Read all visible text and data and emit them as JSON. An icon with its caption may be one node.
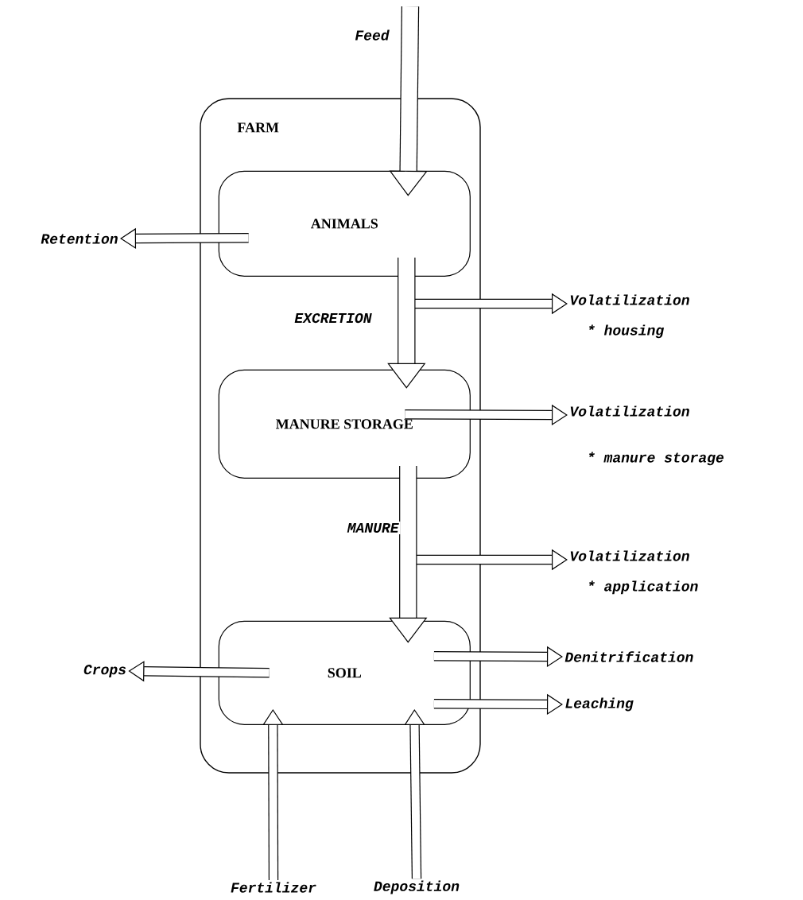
{
  "diagram": {
    "nodes": [
      {
        "text": [
          "FARM"
        ]
      },
      {
        "text": [
          "ANIMALS"
        ],
        "in": 0
      },
      {
        "text": [
          "MANURE STORAGE"
        ],
        "in": 0
      },
      {
        "text": [
          "SOIL"
        ],
        "in": 0
      },
      {
        "text": [
          "Feed"
        ]
      },
      {
        "text": [
          "Retention"
        ]
      },
      {
        "text": [
          "Volatilization",
          "* housing"
        ]
      },
      {
        "text": [
          "Volatilization",
          "* manure storage"
        ]
      },
      {
        "text": [
          "Volatilization",
          "* application"
        ]
      },
      {
        "text": [
          "Crops"
        ]
      },
      {
        "text": [
          "Denitrification"
        ]
      },
      {
        "text": [
          "Leaching"
        ]
      },
      {
        "text": [
          "Fertilizer"
        ]
      },
      {
        "text": [
          "Deposition"
        ]
      }
    ],
    "edges": [
      {
        "from": 4,
        "to": 1,
        "arrow": "to",
        "style": "thick"
      },
      {
        "from": 1,
        "to": 5,
        "arrow": "to"
      },
      {
        "from": 1,
        "to": 2,
        "arrow": "to",
        "label": "EXCRETION",
        "style": "thick"
      },
      {
        "from": 1,
        "to": 6,
        "arrow": "to"
      },
      {
        "from": 2,
        "to": 7,
        "arrow": "to"
      },
      {
        "from": 2,
        "to": 3,
        "arrow": "to",
        "label": "MANURE",
        "style": "thick"
      },
      {
        "from": 2,
        "to": 8,
        "arrow": "to"
      },
      {
        "from": 3,
        "to": 9,
        "arrow": "to"
      },
      {
        "from": 3,
        "to": 10,
        "arrow": "to"
      },
      {
        "from": 3,
        "to": 11,
        "arrow": "to"
      },
      {
        "from": 12,
        "to": 3,
        "arrow": "to"
      },
      {
        "from": 13,
        "to": 3,
        "arrow": "to"
      }
    ]
  }
}
